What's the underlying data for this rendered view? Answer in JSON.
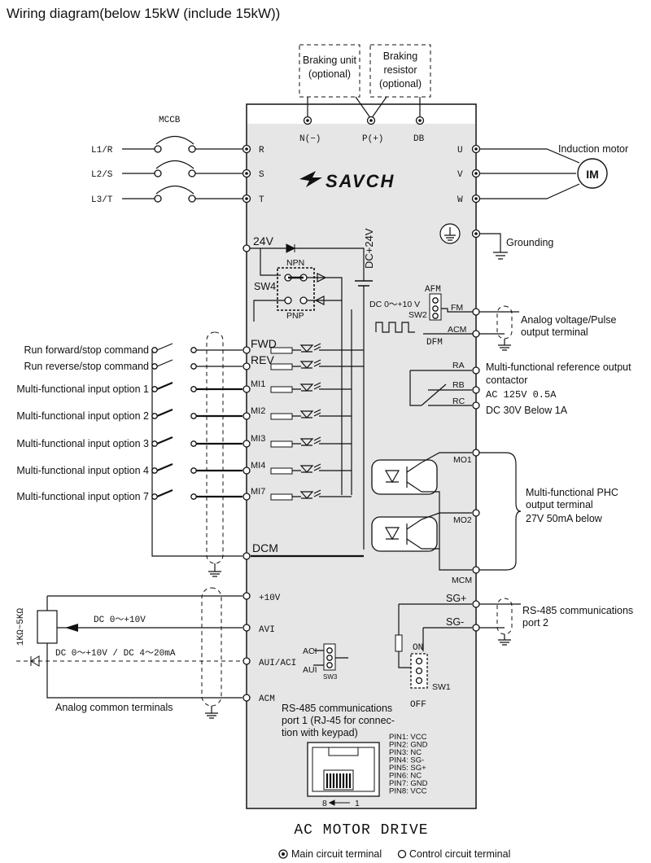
{
  "title": "Wiring diagram(below 15kW (include 15kW))",
  "braking": {
    "unit": [
      "Braking unit",
      "(optional)"
    ],
    "resistor": [
      "Braking",
      "resistor",
      "(optional)"
    ]
  },
  "bus_terminals": [
    "N(−)",
    "P(+)",
    "DB"
  ],
  "mccb": "MCCB",
  "supply": [
    "L1/R",
    "L2/S",
    "L3/T"
  ],
  "input_terminals": [
    "R",
    "S",
    "T"
  ],
  "output_terminals": [
    "U",
    "V",
    "W"
  ],
  "motor": {
    "label": "Induction motor",
    "symbol": "IM"
  },
  "grounding": "Grounding",
  "brand": "SAVCH",
  "internal": {
    "v24": "24V",
    "dc24": "DC+24V",
    "npn": "NPN",
    "pnp": "PNP",
    "sw4": "SW4"
  },
  "afm": {
    "afm": "AFM",
    "dc": "DC 0～+10 V",
    "sw2": "SW2",
    "dfm": "DFM",
    "fm": "FM",
    "acm": "ACM"
  },
  "analog_out": [
    "Analog voltage/Pulse",
    "output terminal"
  ],
  "digital_inputs": [
    {
      "cmd": "Run forward/stop command",
      "term": "FWD"
    },
    {
      "cmd": "Run reverse/stop command",
      "term": "REV"
    },
    {
      "cmd": "Multi-functional input option 1",
      "term": "MI1"
    },
    {
      "cmd": "Multi-functional input option 2",
      "term": "MI2"
    },
    {
      "cmd": "Multi-functional input option 3",
      "term": "MI3"
    },
    {
      "cmd": "Multi-functional input option 4",
      "term": "MI4"
    },
    {
      "cmd": "Multi-functional input option 7",
      "term": "MI7"
    }
  ],
  "dcm": "DCM",
  "relay": {
    "labels": [
      "RA",
      "RB",
      "RC"
    ],
    "desc": [
      "Multi-functional reference output",
      "contactor",
      "AC 125V 0.5A",
      "DC 30V Below 1A"
    ]
  },
  "phc": {
    "mo1": "MO1",
    "mo2": "MO2",
    "mcm": "MCM",
    "desc": [
      "Multi-functional PHC",
      "output terminal",
      "27V 50mA below"
    ]
  },
  "analog_in": {
    "v10": "+10V",
    "avi": "AVI",
    "auiaci": "AUI/ACI",
    "acm": "ACM",
    "pot": "1KΩ~5KΩ",
    "dc1": "DC 0～+10V",
    "dc2": "DC 0～+10V / DC 4～20mA",
    "aci": "ACI",
    "aui": "AUI",
    "sw3": "SW3",
    "common": "Analog common terminals"
  },
  "rs485_2": {
    "sgp": "SG+",
    "sgm": "SG-",
    "desc": [
      "RS-485 communications",
      "port 2"
    ],
    "on": "ON",
    "off": "OFF",
    "sw1": "SW1"
  },
  "rs485_1": {
    "desc": [
      "RS-485 communications",
      "port 1 (RJ-45 for connec-",
      "tion with keypad)"
    ],
    "pins": [
      "PIN1: VCC",
      "PIN2: GND",
      "PIN3: NC",
      "PIN4: SG-",
      "PIN5: SG+",
      "PIN6: NC",
      "PIN7: GND",
      "PIN8: VCC"
    ],
    "p8": "8",
    "p1": "1"
  },
  "footer": "AC MOTOR DRIVE",
  "legend": {
    "main": "Main circuit terminal",
    "control": "Control circuit terminal"
  }
}
